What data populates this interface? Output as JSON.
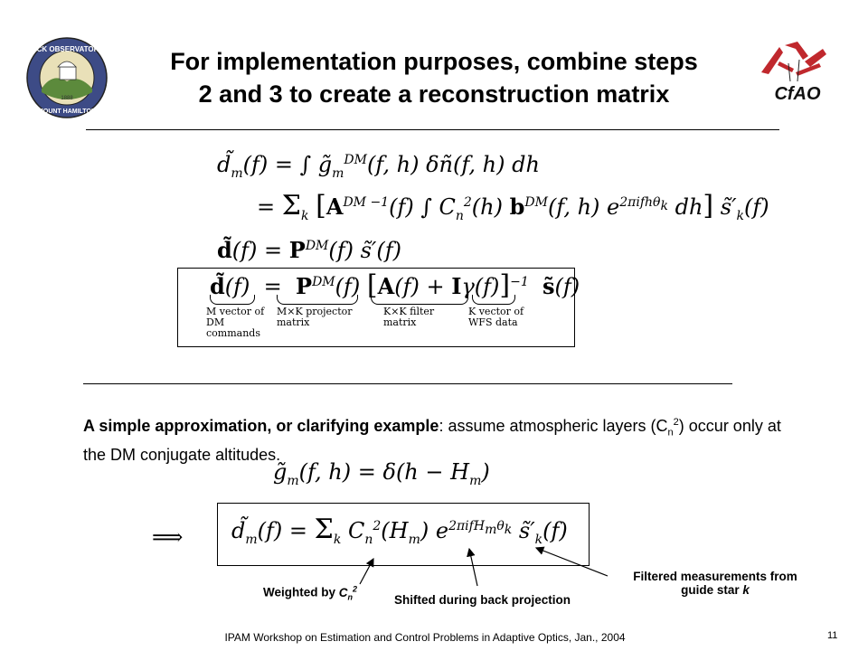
{
  "title": {
    "line1": "For implementation purposes, combine steps",
    "line2": "2 and 3 to create a reconstruction matrix"
  },
  "logos": {
    "left": {
      "icon": "lick-observatory-seal-icon",
      "top_text": "LICK OBSERVATORY",
      "bottom_text": "MOUNT HAMILTON",
      "year": "1888"
    },
    "right": {
      "icon": "cfao-logo-icon",
      "text": "CfAO"
    }
  },
  "equations": {
    "eq1": "d̃m(f) = ∫ g̃mDM(f,h) δñ(f,h) dh",
    "eq2": "= Σk [ ADM−1(f) ∫ Cn2(h) bDM(f,h) e2πifhθk dh ] s̃′k(f)",
    "eq3": "d̃(f) = PDM(f) s̃′(f)",
    "boxed": {
      "lhs_label": "M vector of DM commands",
      "projector_label": "M×K projector matrix",
      "filter_label": "K×K filter matrix",
      "wfs_label": "K vector of WFS data"
    },
    "eq4": "g̃m(f,h) = δ(h − Hm)",
    "implies": "⟹",
    "eq5": "d̃m(f) = Σk Cn2(Hm) e2πifHmθk s̃′k(f)"
  },
  "paragraph": {
    "bold_lead": "A simple approximation, or clarifying example",
    "rest": ": assume atmospheric layers (Cn2) occur only at the DM conjugate altitudes."
  },
  "annotations": {
    "weighted": "Weighted by Cn2",
    "shifted": "Shifted during back projection",
    "filtered_line1": "Filtered measurements from",
    "filtered_line2": "guide star k"
  },
  "footer": {
    "text": "IPAM Workshop on Estimation and Control Problems in Adaptive Optics, Jan., 2004",
    "page_number": "11"
  }
}
